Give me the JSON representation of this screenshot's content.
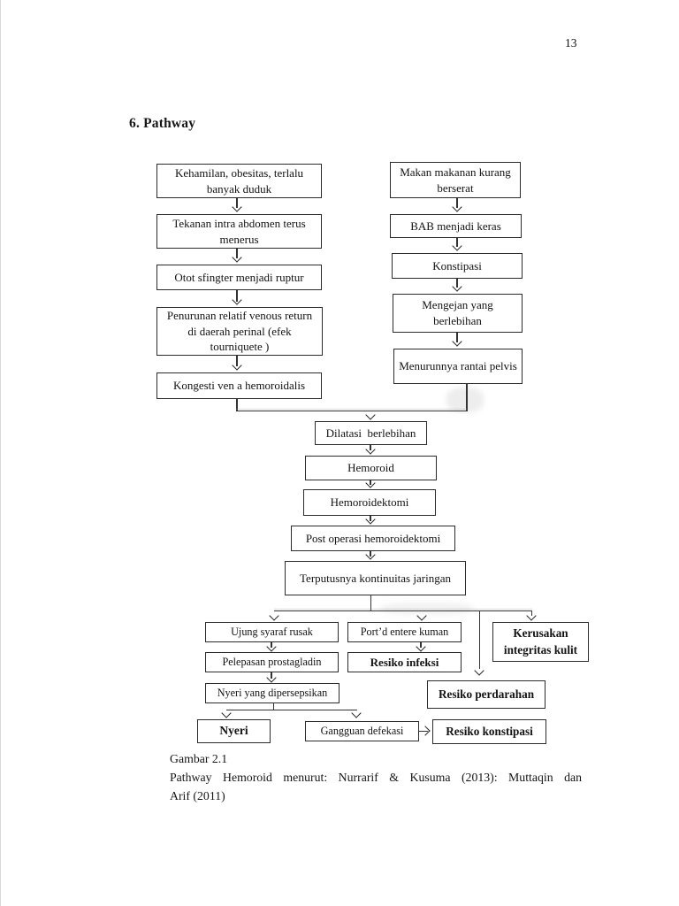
{
  "page": {
    "number": "13"
  },
  "heading": "6. Pathway",
  "diagram": {
    "nodes": {
      "kehamilan": "Kehamilan, obesitas, terlalu banyak duduk",
      "tekanan": "Tekanan intra abdomen terus menerus",
      "otot": "Otot sfingter menjadi ruptur",
      "penurunan": "Penurunan relatif venous return di daerah perinal (efek tourniquete )",
      "kongesti": "Kongesti ven a hemoroidalis",
      "makan": "Makan makanan kurang berserat",
      "bab": "BAB menjadi keras",
      "konstipasi": "Konstipasi",
      "mengejan": "Mengejan yang berlebihan",
      "menurunnya": "Menurunnya rantai pelvis",
      "dilatasi": "Dilatasi  berlebihan",
      "hemoroid": "Hemoroid",
      "hemoroidektomi": "Hemoroidektomi",
      "post_operasi": "Post operasi hemoroidektomi",
      "terputusnya": "Terputusnya kontinuitas jaringan",
      "ujung": "Ujung syaraf rusak",
      "portd": "Port’d entere kuman",
      "kerusakan": "Kerusakan integritas kulit",
      "pelepasan": "Pelepasan prostagladin",
      "resiko_infeksi": "Resiko infeksi",
      "nyeri_dipersepsikan": "Nyeri yang dipersepsikan",
      "resiko_perdarahan": "Resiko perdarahan",
      "nyeri": "Nyeri",
      "gangguan": "Gangguan defekasi",
      "resiko_konstipasi": "Resiko konstipasi"
    }
  },
  "caption": {
    "line1": "Gambar 2.1",
    "line2": "Pathway Hemoroid menurut: Nurrarif & Kusuma (2013): Muttaqin dan",
    "line3": "Arif (2011)"
  },
  "colors": {
    "ink": "#161616",
    "box_border": "#2b2b2b",
    "background": "#ffffff"
  }
}
